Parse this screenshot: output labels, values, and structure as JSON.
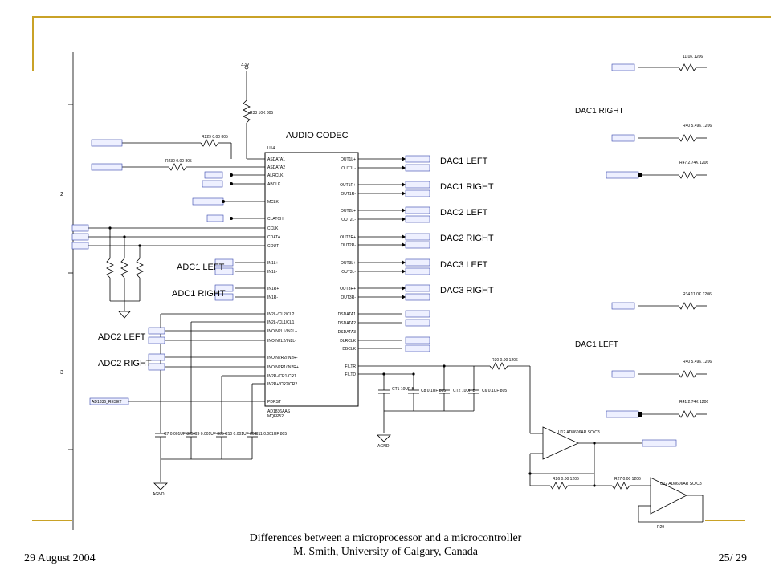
{
  "slide": {
    "accent_color": "#c9a227",
    "footer_date": "29 August 2004",
    "footer_title": "Differences between a microprocessor and a microcontroller",
    "footer_author": "M. Smith, University of Calgary, Canada",
    "footer_page": "25/ 29"
  },
  "schematic": {
    "title": "AUDIO CODEC",
    "supply": "3.3V",
    "agnd": "AGND",
    "row_markers": [
      "2",
      "3"
    ],
    "output_labels": [
      "DAC1 LEFT",
      "DAC1 RIGHT",
      "DAC2 LEFT",
      "DAC2 RIGHT",
      "DAC3 LEFT",
      "DAC3 RIGHT"
    ],
    "input_labels": [
      "ADC1 LEFT",
      "ADC1 RIGHT",
      "ADC2 LEFT",
      "ADC2 RIGHT"
    ],
    "right_labels": [
      "DAC1 RIGHT",
      "DAC1 LEFT"
    ],
    "chip": {
      "ref": "U14",
      "part": "AD1836AAS",
      "package": "MQFP52",
      "left_pins": [
        "ASDATA1",
        "ASDATA2",
        "ALRCLK",
        "ABCLK",
        "MCLK",
        "CLATCH",
        "CCLK",
        "CDATA",
        "COUT",
        "IN1L+",
        "IN1L-",
        "IN1R+",
        "IN1R-",
        "IN2L-/CL2/CL2",
        "IN2L-/CL1/CL1",
        "INOIN2L1/IN2L+",
        "INOIN2L2/IN2L-",
        "INOIN2R2/IN2R-",
        "INOIN2R1/IN2R+",
        "IN2R-/CR1/CR1",
        "IN2R+/CR2/CR2",
        "PDRST"
      ],
      "right_pins": [
        "OUT1L+",
        "OUT1L-",
        "OUT1R+",
        "OUT1R-",
        "OUT2L+",
        "OUT2L-",
        "OUT2R+",
        "OUT2R-",
        "OUT3L+",
        "OUT3L-",
        "OUT3R+",
        "OUT3R-",
        "DSDATA1",
        "DSDATA2",
        "DSDATA3",
        "DLRCLK",
        "DBCLK",
        "FILTR",
        "FILTD"
      ]
    },
    "components": {
      "r33": "R33 10K 805",
      "r229": "R229 0.00 805",
      "r230": "R230 0.00 805",
      "r30": "R30 0.00 1206",
      "ct1": "CT1 10UF B",
      "c8": "C8 0.1UF 805",
      "ct2": "CT2 10UF B",
      "c6": "C6 0.1UF 805",
      "c7": "C7 0.001UF 805",
      "c9": "C9 0.001UF 805",
      "c10": "C10 0.001UF 805",
      "c11": "C11 0.001UF 805",
      "u12a": "U12 AD8606AR SOIC8",
      "u12b": "U12 AD8606AR SOIC8",
      "r26": "R26 0.00 1206",
      "r27": "R27 0.00 1206",
      "r29": "R29",
      "r34a": "11.0K 1206",
      "r40a": "R40 5.49K 1206",
      "r47": "R47 2.74K 1206",
      "r34b": "R34 11.0K 1206",
      "r40b": "R40 5.49K 1206",
      "r41": "R41 2.74K 1206",
      "net_reset": "AD1836_RESET"
    }
  }
}
